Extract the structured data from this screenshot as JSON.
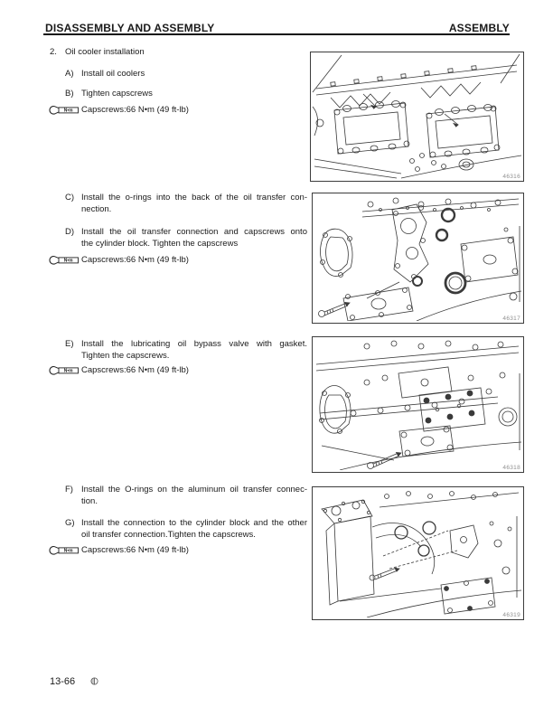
{
  "header": {
    "left_title": "DISASSEMBLY AND ASSEMBLY",
    "right_title": "ASSEMBLY"
  },
  "section": {
    "number": "2.",
    "title": "Oil cooler installation"
  },
  "steps": [
    {
      "label": "A)",
      "lines": [
        "Install oil coolers"
      ]
    },
    {
      "label": "B)",
      "lines": [
        "Tighten capscrews"
      ]
    },
    {
      "label": "C)",
      "lines": [
        "Install the o-rings into the back of the oil transfer con-",
        "nection."
      ]
    },
    {
      "label": "D)",
      "lines": [
        "Install the oil transfer connection and capscrews onto",
        "the cylinder block. Tighten the capscrews"
      ]
    },
    {
      "label": "E)",
      "lines": [
        "Install the lubricating oil bypass valve with gasket.",
        "Tighten the capscrews."
      ]
    },
    {
      "label": "F)",
      "lines": [
        "Install the O-rings on the aluminum oil transfer connec-",
        "tion."
      ]
    },
    {
      "label": "G)",
      "lines": [
        "Install the connection to the cylinder block and the other",
        "oil transfer connection.Tighten the capscrews."
      ]
    }
  ],
  "torque": {
    "icon_label": "N•m",
    "spec": "Capscrews:66 N•m (49 ft-lb)"
  },
  "figures": [
    {
      "number": "46316"
    },
    {
      "number": "46317"
    },
    {
      "number": "46318"
    },
    {
      "number": "46319"
    }
  ],
  "footer": {
    "page_number": "13-66"
  },
  "colors": {
    "ink": "#1a1a1a",
    "line_art": "#3a3a3a",
    "figure_number": "#8f8f8f"
  }
}
